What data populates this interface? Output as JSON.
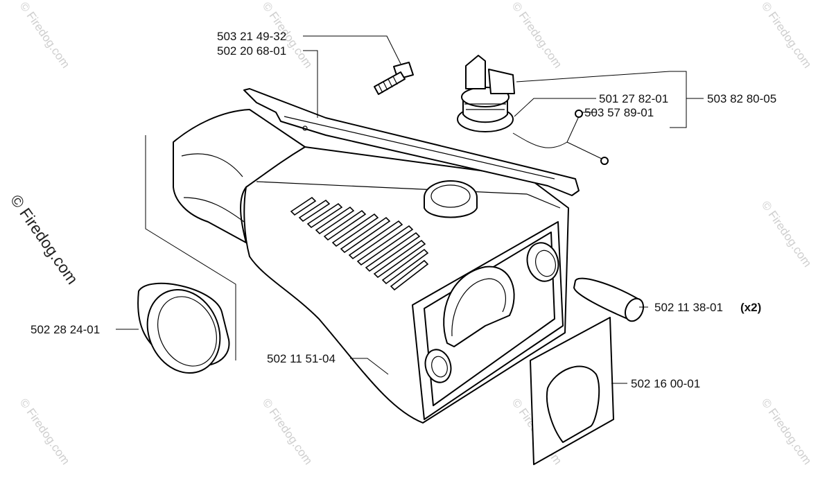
{
  "watermark": {
    "text": "© Firedog.com"
  },
  "labels": {
    "bolt": "503 21 49-32",
    "bracket": "502 20 68-01",
    "cap": "501 27 82-01",
    "cap_kit": "503 82 80-05",
    "strap": "503 57 89-01",
    "plug_number": "502 11 38-01",
    "plug_qty": "(x2)",
    "ring": "502 28 24-01",
    "housing": "502 11 51-04",
    "gasket": "502 16 00-01"
  }
}
